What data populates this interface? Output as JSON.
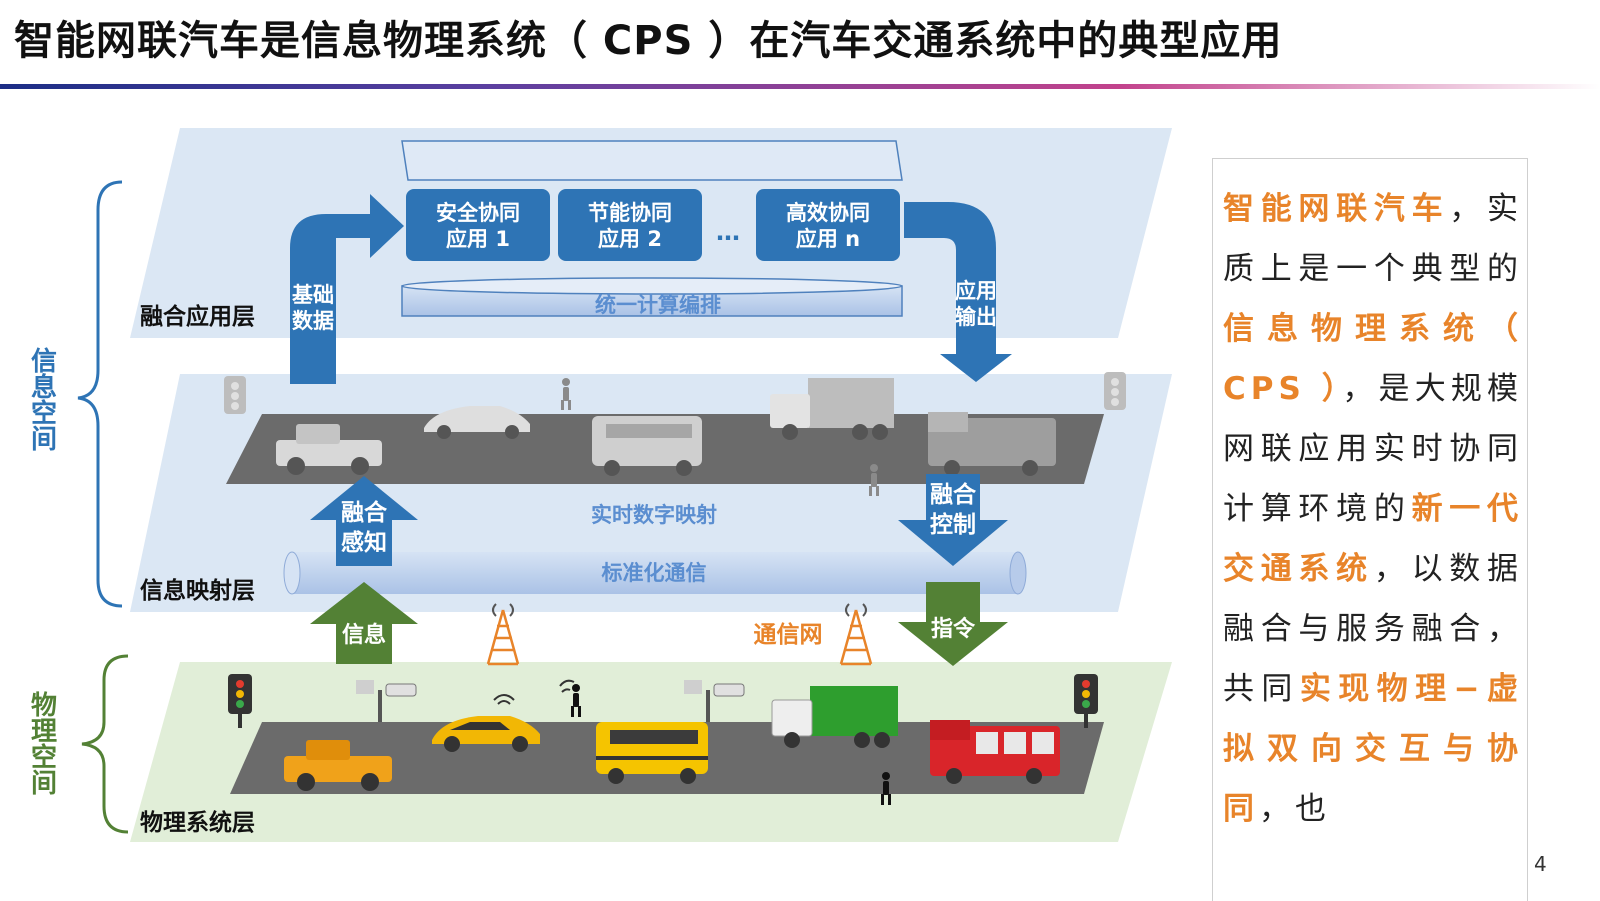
{
  "title": "智能网联汽车是信息物理系统（ CPS ）在汽车交通系统中的典型应用",
  "space_labels": {
    "info": "信息空间",
    "physical": "物理空间"
  },
  "layers": {
    "app": "融合应用层",
    "mapping": "信息映射层",
    "physical": "物理系统层"
  },
  "apps": [
    {
      "line1": "安全协同",
      "line2": "应用 1"
    },
    {
      "line1": "节能协同",
      "line2": "应用 2"
    },
    {
      "line1": "高效协同",
      "line2": "应用 n"
    }
  ],
  "ellipsis": "…",
  "unified_compute": "统一计算编排",
  "arrows": {
    "base_data": [
      "基础",
      "数据"
    ],
    "app_output": [
      "应用",
      "输出"
    ],
    "fusion_perception": [
      "融合",
      "感知"
    ],
    "fusion_control": [
      "融合",
      "控制"
    ],
    "info": "信息",
    "command": "指令"
  },
  "realtime_mapping": "实时数字映射",
  "std_comm": "标准化通信",
  "network": "通信网",
  "panel": {
    "segments": [
      {
        "text": "智能网联汽车",
        "hl": true
      },
      {
        "text": "，实质上是一个典型的",
        "hl": false
      },
      {
        "text": "信息物理系统（ CPS ）",
        "hl": true
      },
      {
        "text": "，是大规模网联应用实时协同计算环境的",
        "hl": false
      },
      {
        "text": "新一代交通系统",
        "hl": true
      },
      {
        "text": "，以数据融合与服务融合，共同",
        "hl": false
      },
      {
        "text": "实现物理−虚拟双向交互与协同",
        "hl": true
      },
      {
        "text": "，也",
        "hl": false
      }
    ]
  },
  "page_number": "4",
  "colors": {
    "accent_blue": "#2e74b5",
    "accent_green": "#538135",
    "highlight_orange": "#e8842a",
    "app_layer_fill": "#dce8f5",
    "physical_layer_fill": "#e2efd9"
  }
}
